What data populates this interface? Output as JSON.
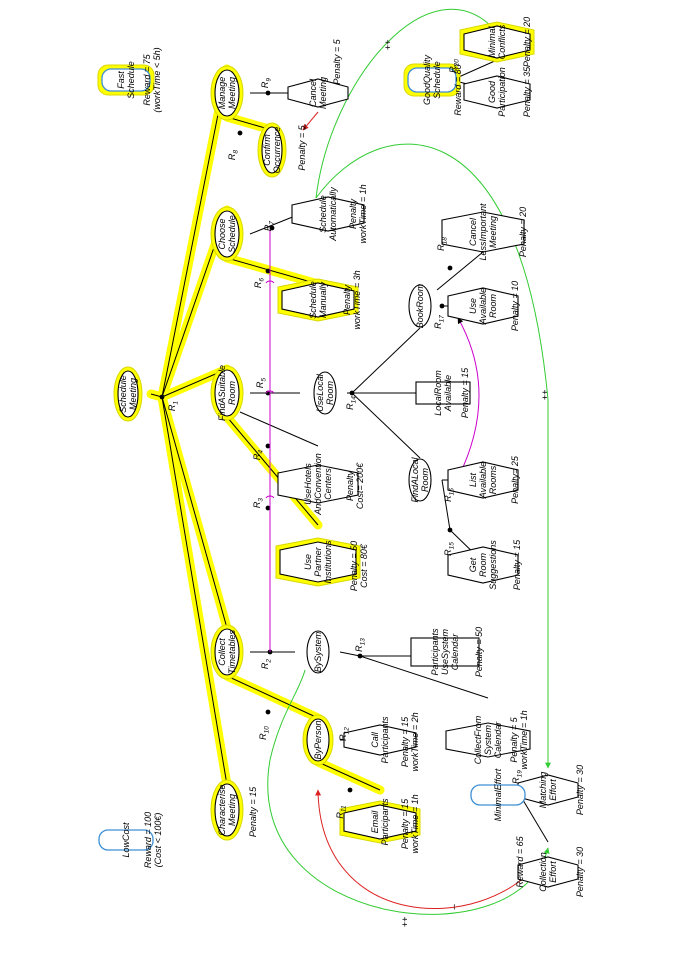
{
  "colors": {
    "highlight": "#ffff00",
    "highlight_edge": "#d8d800",
    "softgoal_border": "#3d8fd6",
    "conflict_link": "#cc00cc",
    "positive_link": "#33cc33",
    "negative_link": "#dd2222",
    "ink": "#000000"
  },
  "diagram": {
    "goals": [
      {
        "id": "schedule_meeting",
        "text": "Schedule\nMeeting",
        "highlight": true
      },
      {
        "id": "characterise_meeting",
        "text": "Characterise\nMeeting",
        "highlight": true
      },
      {
        "id": "collect_timetables",
        "text": "Collect\nTimetables",
        "highlight": true
      },
      {
        "id": "find_suitable_room",
        "text": "FindASuitable\nRoom",
        "highlight": true
      },
      {
        "id": "choose_schedule",
        "text": "Choose\nSchedule",
        "highlight": true
      },
      {
        "id": "manage_meeting",
        "text": "Manage\nMeeting",
        "highlight": true
      },
      {
        "id": "by_person",
        "text": "ByPerson",
        "highlight": true
      },
      {
        "id": "by_system",
        "text": "BySystem",
        "highlight": false
      },
      {
        "id": "use_local_room",
        "text": "UseLocal\nRoom",
        "highlight": false
      },
      {
        "id": "find_a_local_room",
        "text": "FindALocal\nRoom",
        "highlight": false
      },
      {
        "id": "book_room",
        "text": "BookRoom",
        "highlight": false
      },
      {
        "id": "confirm_occurrence",
        "text": "Confirm\nOccurrence",
        "highlight": true
      }
    ],
    "tasks": [
      {
        "id": "email_participants",
        "text": "Email\nParticipants",
        "highlight": true
      },
      {
        "id": "call_participants",
        "text": "Call\nParticipants",
        "highlight": false
      },
      {
        "id": "collect_from_calendar",
        "text": "CollectFrom\nSystem\nCalendar",
        "highlight": false
      },
      {
        "id": "use_partner_institutions",
        "text": "Use\nPartner\nInstitutions",
        "highlight": true
      },
      {
        "id": "use_hotels",
        "text": "UseHotels\nAndConvention\nCenters",
        "highlight": false
      },
      {
        "id": "schedule_manually",
        "text": "Schedule\nManually",
        "highlight": true
      },
      {
        "id": "schedule_automatically",
        "text": "Schedule\nAutomatically",
        "highlight": false
      },
      {
        "id": "cancel_meeting",
        "text": "Cancel\nMeeting",
        "highlight": false
      },
      {
        "id": "get_room_suggestions",
        "text": "Get\nRoom\nSuggestions",
        "highlight": false
      },
      {
        "id": "list_available_rooms",
        "text": "List\nAvailable\nRooms",
        "highlight": false
      },
      {
        "id": "use_available_room",
        "text": "Use\nAvailable\nRoom",
        "highlight": false
      },
      {
        "id": "cancel_less_important",
        "text": "Cancel\nLessImportant\nMeeting",
        "highlight": false
      },
      {
        "id": "collection_effort",
        "text": "Collection\nEffort",
        "highlight": false
      },
      {
        "id": "matching_effort",
        "text": "Matching\nEffort",
        "highlight": false
      },
      {
        "id": "good_participation",
        "text": "Good\nParticipation",
        "highlight": false
      },
      {
        "id": "minimal_conflicts",
        "text": "Minimal\nConflicts",
        "highlight": true
      }
    ],
    "softgoals": [
      {
        "id": "low_cost",
        "text": "LowCost"
      },
      {
        "id": "fast_schedule",
        "text": "Fast\nSchedule"
      },
      {
        "id": "minimal_effort",
        "text": "MinimalEffort"
      },
      {
        "id": "good_quality_schedule",
        "text": "GoodQuality\nSchedule"
      }
    ],
    "domain_assumptions": [
      {
        "id": "participants_calendar",
        "text": "Participants\nUseSystem\nCalendar"
      },
      {
        "id": "local_room_available",
        "text": "LocalRoom\nAvailable"
      }
    ],
    "refinement_labels": [
      {
        "id": "R1",
        "main": "R",
        "sub": "1"
      },
      {
        "id": "R2",
        "main": "R",
        "sub": "2"
      },
      {
        "id": "R3",
        "main": "R",
        "sub": "3"
      },
      {
        "id": "R4",
        "main": "R",
        "sub": "4"
      },
      {
        "id": "R5",
        "main": "R",
        "sub": "5"
      },
      {
        "id": "R6",
        "main": "R",
        "sub": "6"
      },
      {
        "id": "R7",
        "main": "R",
        "sub": "7"
      },
      {
        "id": "R8",
        "main": "R",
        "sub": "8"
      },
      {
        "id": "R9",
        "main": "R",
        "sub": "9"
      },
      {
        "id": "R10",
        "main": "R",
        "sub": "10"
      },
      {
        "id": "R11",
        "main": "R",
        "sub": "11"
      },
      {
        "id": "R12",
        "main": "R",
        "sub": "12"
      },
      {
        "id": "R13",
        "main": "R",
        "sub": "13"
      },
      {
        "id": "R14",
        "main": "R",
        "sub": "14"
      },
      {
        "id": "R15",
        "main": "R",
        "sub": "15"
      },
      {
        "id": "R16",
        "main": "R",
        "sub": "16"
      },
      {
        "id": "R17",
        "main": "R",
        "sub": "17"
      },
      {
        "id": "R18",
        "main": "R",
        "sub": "18"
      },
      {
        "id": "R19",
        "main": "R",
        "sub": "19"
      },
      {
        "id": "R20",
        "main": "R",
        "sub": "20"
      }
    ],
    "annotations": [
      {
        "id": "a_low_cost",
        "text": "Reward = 100\n(Cost < 100€)"
      },
      {
        "id": "a_fast_schedule",
        "text": "Reward = 75\n(workTime < 5h)"
      },
      {
        "id": "a_minimal_effort",
        "text": "Reward = 65"
      },
      {
        "id": "a_good_quality",
        "text": "Reward = 80"
      },
      {
        "id": "a_characterise",
        "text": "Penalty = 15"
      },
      {
        "id": "a_email",
        "text": "Penalty = 15\nworkTime = 1h"
      },
      {
        "id": "a_call",
        "text": "Penalty = 15\nworkTime = 2h"
      },
      {
        "id": "a_collect_cal",
        "text": "Penalty = 5\nworkTime = 1h"
      },
      {
        "id": "a_participants_cal",
        "text": "Penalty = 50"
      },
      {
        "id": "a_partner",
        "text": "Penalty = 50\nCost = 80€"
      },
      {
        "id": "a_hotels",
        "text": "Penalty\nCost= 200€"
      },
      {
        "id": "a_manual",
        "text": "Penalty\nworkTime = 3h"
      },
      {
        "id": "a_auto",
        "text": "Penalty\nworkTime = 1h"
      },
      {
        "id": "a_cancel",
        "text": "Penalty = 5"
      },
      {
        "id": "a_confirm",
        "text": "Penalty = 5"
      },
      {
        "id": "a_get_room",
        "text": "Penalty = 15"
      },
      {
        "id": "a_list_rooms",
        "text": "Penalty= 25"
      },
      {
        "id": "a_local_room",
        "text": "Penalty = 15"
      },
      {
        "id": "a_use_avail",
        "text": "Penalty = 10"
      },
      {
        "id": "a_cancel_less",
        "text": "Penalty = 20"
      },
      {
        "id": "a_collection",
        "text": "Penalty = 30"
      },
      {
        "id": "a_matching",
        "text": "Penalty = 30"
      },
      {
        "id": "a_good_part",
        "text": "Penalty = 35"
      },
      {
        "id": "a_min_conf",
        "text": "Penalty = 20"
      }
    ],
    "link_marks": [
      {
        "id": "m_plusplus_top",
        "text": "++"
      },
      {
        "id": "m_plusplus_mid",
        "text": "++"
      },
      {
        "id": "m_plusplus_bottom",
        "text": "++"
      },
      {
        "id": "m_minus_cancel",
        "text": "--"
      },
      {
        "id": "m_minus_bottom",
        "text": "--"
      }
    ]
  }
}
